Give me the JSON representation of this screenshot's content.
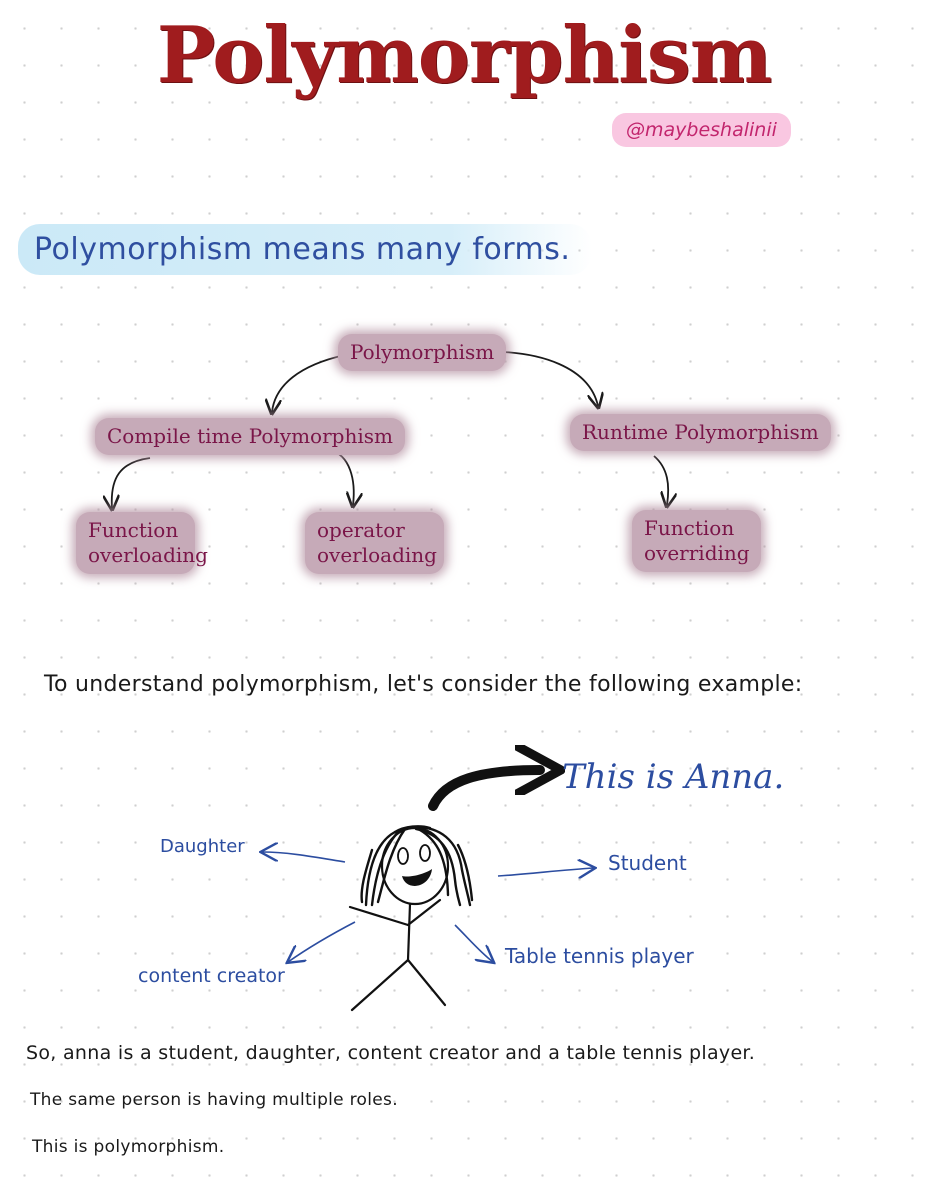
{
  "title": "Polymorphism",
  "handle": "@maybeshalinii",
  "definition": "Polymorphism means many forms.",
  "tree": {
    "root": "Polymorphism",
    "compile_time": "Compile time Polymorphism",
    "runtime": "Runtime Polymorphism",
    "function_overloading": "Function overloading",
    "operator_overloading": "operator overloading",
    "function_overriding": "Function overriding"
  },
  "intro": "To understand polymorphism, let's consider the following example:",
  "example": {
    "name_line": "This is Anna.",
    "roles": {
      "daughter": "Daughter",
      "student": "Student",
      "content_creator": "content creator",
      "table_tennis": "Table tennis player"
    }
  },
  "conclusion": [
    "So, anna is a student, daughter, content creator and a table tennis player.",
    "The same person is having multiple roles.",
    "This is polymorphism."
  ],
  "colors": {
    "title": "#a01c1e",
    "handle_text": "#c2256d",
    "handle_bg": "#f9c7e1",
    "definition_text": "#2f4fa0",
    "definition_bg": "#cbe9f7",
    "node_text": "#7a1548",
    "node_bg": "#c6aab8",
    "role_text": "#2c4da0"
  }
}
